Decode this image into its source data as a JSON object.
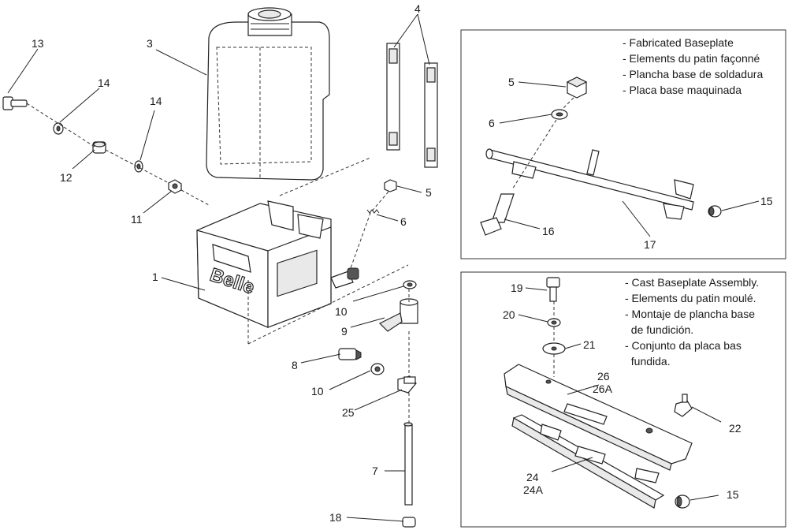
{
  "part_labels": {
    "p1": "1",
    "p3": "3",
    "p4": "4",
    "p5a": "5",
    "p6a": "6",
    "p7": "7",
    "p8": "8",
    "p9": "9",
    "p10a": "10",
    "p10b": "10",
    "p11": "11",
    "p12": "12",
    "p13": "13",
    "p14a": "14",
    "p14b": "14",
    "p18": "18",
    "p25": "25",
    "p5b": "5",
    "p6b": "6",
    "p15a": "15",
    "p16": "16",
    "p17": "17",
    "p19": "19",
    "p20": "20",
    "p21": "21",
    "p22": "22",
    "p26": "26",
    "p26a": "26A",
    "p24": "24",
    "p24a": "24A",
    "p15b": "15"
  },
  "frame_labels": {
    "brand": "Belle"
  },
  "box_fabricated": {
    "lines": [
      "- Fabricated Baseplate",
      "- Elements du patin façonné",
      "- Plancha  base de soldadura",
      "- Placa base maquinada"
    ]
  },
  "box_cast": {
    "lines": [
      "- Cast Baseplate Assembly.",
      "- Elements du patin moulé.",
      "- Montaje de plancha base",
      "  de fundición.",
      "- Conjunto da placa bas",
      "  fundida."
    ]
  }
}
